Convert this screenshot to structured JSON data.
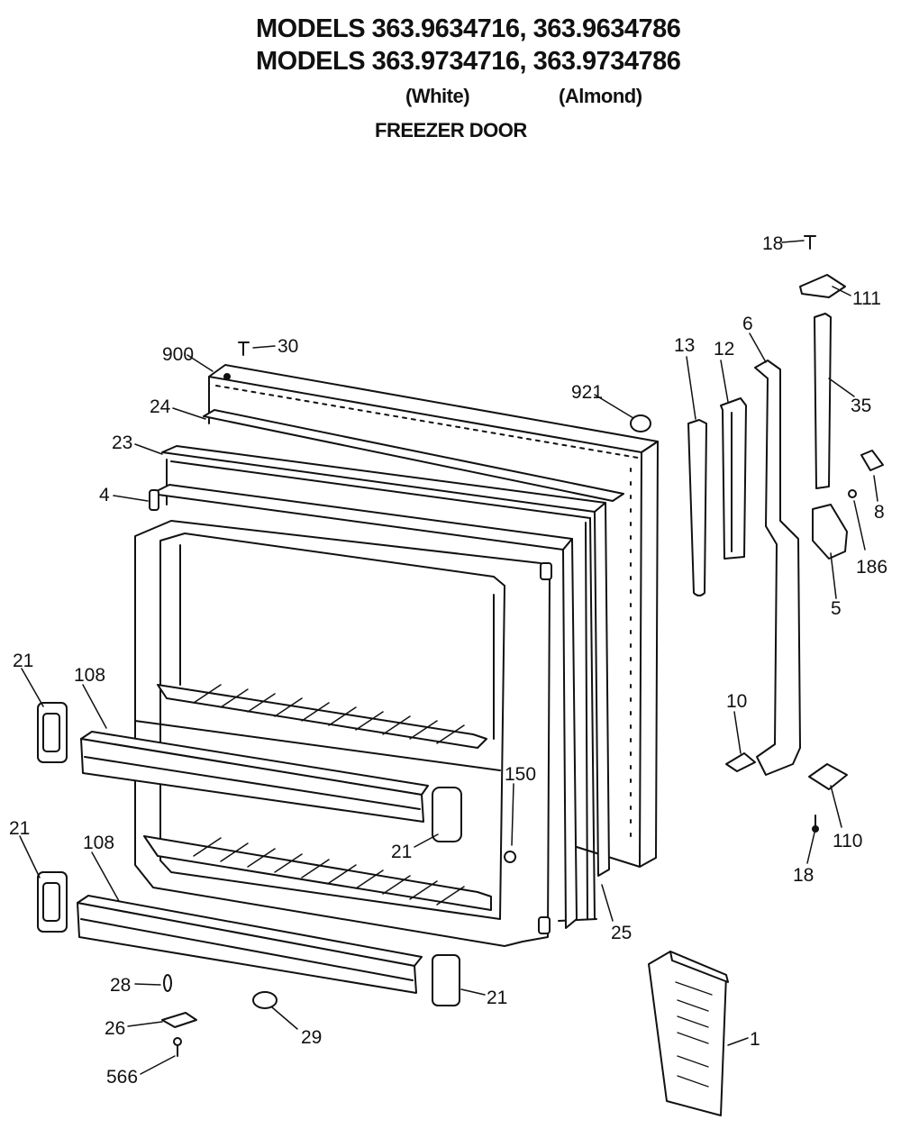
{
  "header": {
    "models_line_1": "MODELS 363.9634716, 363.9634786",
    "models_line_2": "MODELS 363.9734716, 363.9734786",
    "color_white": "(White)",
    "color_almond": "(Almond)",
    "subtitle": "FREEZER DOOR"
  },
  "parts": [
    {
      "id": "p900",
      "label": "900"
    },
    {
      "id": "p30",
      "label": "30"
    },
    {
      "id": "p24",
      "label": "24"
    },
    {
      "id": "p23",
      "label": "23"
    },
    {
      "id": "p4",
      "label": "4"
    },
    {
      "id": "p921",
      "label": "921"
    },
    {
      "id": "p13",
      "label": "13"
    },
    {
      "id": "p12",
      "label": "12"
    },
    {
      "id": "p6",
      "label": "6"
    },
    {
      "id": "p18top",
      "label": "18"
    },
    {
      "id": "p111",
      "label": "111"
    },
    {
      "id": "p35",
      "label": "35"
    },
    {
      "id": "p8",
      "label": "8"
    },
    {
      "id": "p186",
      "label": "186"
    },
    {
      "id": "p5",
      "label": "5"
    },
    {
      "id": "p10",
      "label": "10"
    },
    {
      "id": "p110",
      "label": "110"
    },
    {
      "id": "p18bot",
      "label": "18"
    },
    {
      "id": "p21a",
      "label": "21"
    },
    {
      "id": "p108a",
      "label": "108"
    },
    {
      "id": "p21b",
      "label": "21"
    },
    {
      "id": "p108b",
      "label": "108"
    },
    {
      "id": "p21c",
      "label": "21"
    },
    {
      "id": "p150",
      "label": "150"
    },
    {
      "id": "p25",
      "label": "25"
    },
    {
      "id": "p21d",
      "label": "21"
    },
    {
      "id": "p28",
      "label": "28"
    },
    {
      "id": "p26",
      "label": "26"
    },
    {
      "id": "p29",
      "label": "29"
    },
    {
      "id": "p566",
      "label": "566"
    },
    {
      "id": "p1",
      "label": "1"
    }
  ]
}
